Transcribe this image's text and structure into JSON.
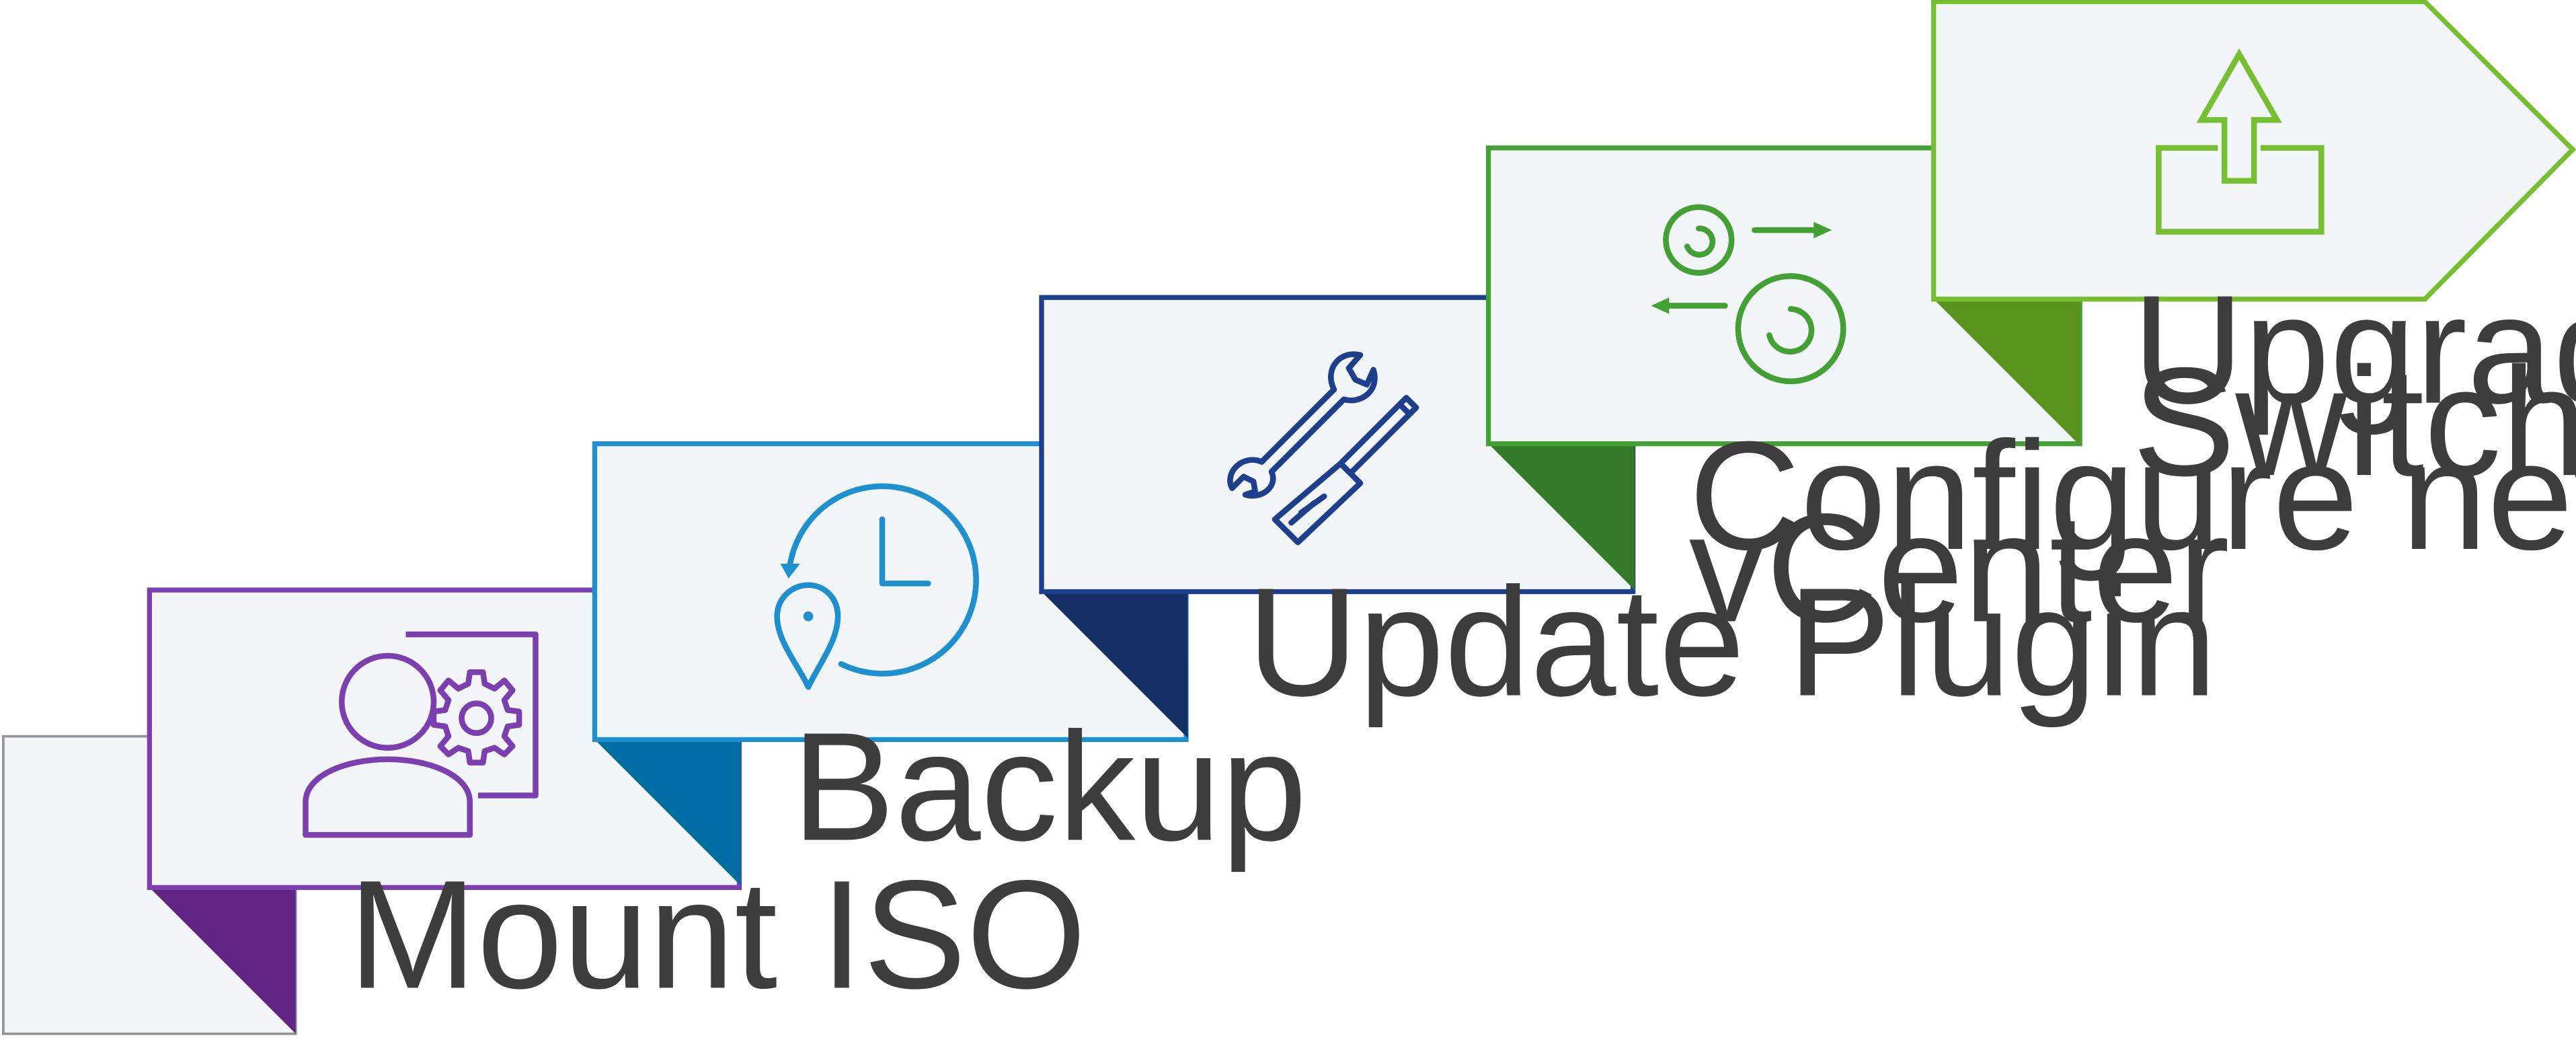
{
  "colors": {
    "card_fill": "#f3f6f9",
    "gray": "#8e9399",
    "purple": "#7b3fb0",
    "purple_dark": "#612584",
    "blue": "#1e8fcf",
    "blue_dark": "#006ea5",
    "navy": "#1e3f8c",
    "navy_dark": "#152e64",
    "green": "#43a033",
    "green_dark": "#357a28",
    "lime": "#75bf30",
    "lime_dark": "#5a921e",
    "text": "#3d3d3d"
  },
  "steps": [
    {
      "label_lines": [
        "Mount ISO"
      ],
      "icon": "user-gear-icon"
    },
    {
      "label_lines": [
        "Backup"
      ],
      "icon": "clock-restore-icon"
    },
    {
      "label_lines": [
        "Update Plugin"
      ],
      "icon": "wrench-screwdriver-icon"
    },
    {
      "label_lines": [
        "Configure new",
        "vCenter"
      ],
      "icon": "gears-sync-icon"
    },
    {
      "label_lines": [
        "Upgrade &",
        "Switchover"
      ],
      "icon": "upload-icon"
    }
  ]
}
